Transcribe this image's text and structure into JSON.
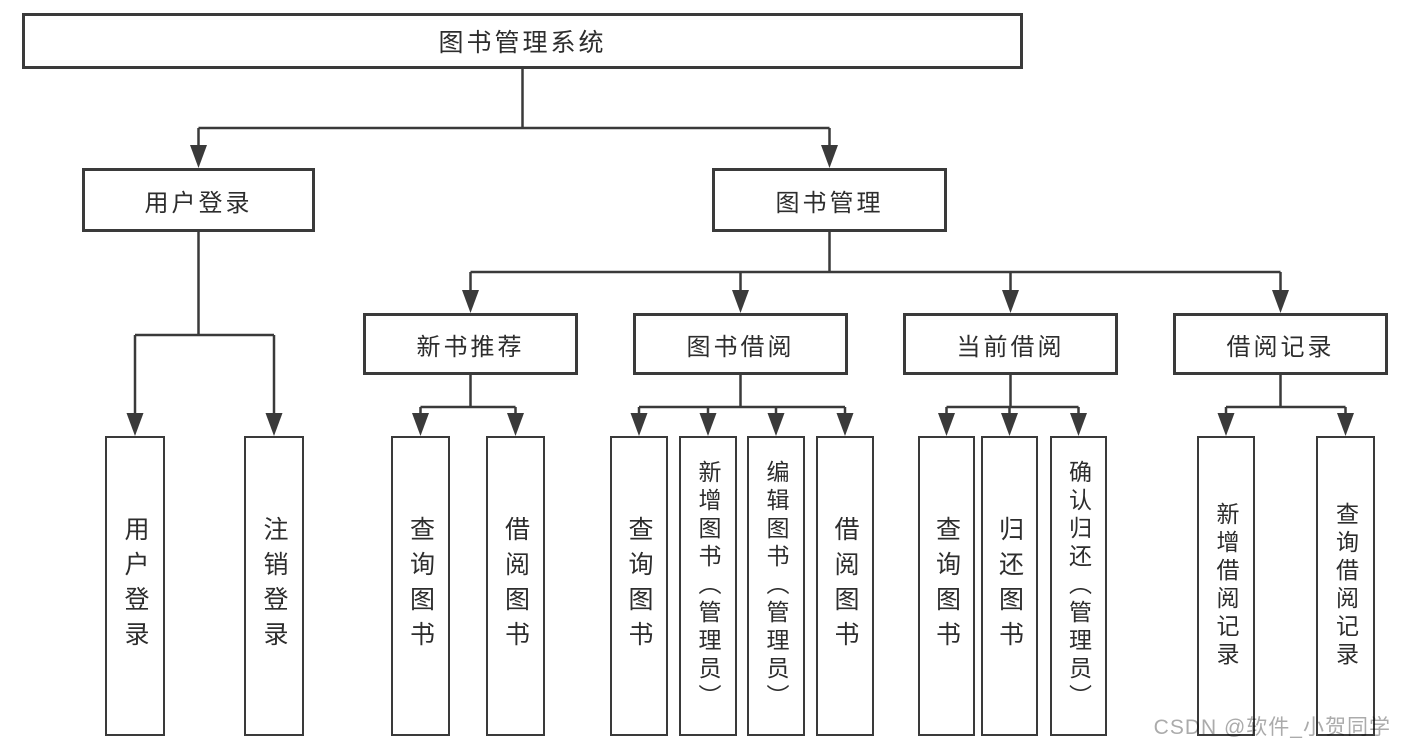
{
  "colors": {
    "line": "#3a3a3a",
    "text": "#2d2d2d",
    "background": "#ffffff",
    "watermark": "#ababab"
  },
  "watermark": {
    "text": "CSDN @软件_小贺同学"
  },
  "tree": {
    "root": {
      "label": "图书管理系统"
    },
    "branches": [
      {
        "label": "用户登录",
        "children": [
          {
            "label": "用户登录"
          },
          {
            "label": "注销登录"
          }
        ]
      },
      {
        "label": "图书管理",
        "children": [
          {
            "label": "新书推荐",
            "children": [
              {
                "label": "查询图书"
              },
              {
                "label": "借阅图书"
              }
            ]
          },
          {
            "label": "图书借阅",
            "children": [
              {
                "label": "查询图书"
              },
              {
                "label": "新增图书（管理员）"
              },
              {
                "label": "编辑图书（管理员）"
              },
              {
                "label": "借阅图书"
              }
            ]
          },
          {
            "label": "当前借阅",
            "children": [
              {
                "label": "查询图书"
              },
              {
                "label": "归还图书"
              },
              {
                "label": "确认归还（管理员）"
              }
            ]
          },
          {
            "label": "借阅记录",
            "children": [
              {
                "label": "新增借阅记录"
              },
              {
                "label": "查询借阅记录"
              }
            ]
          }
        ]
      }
    ]
  }
}
